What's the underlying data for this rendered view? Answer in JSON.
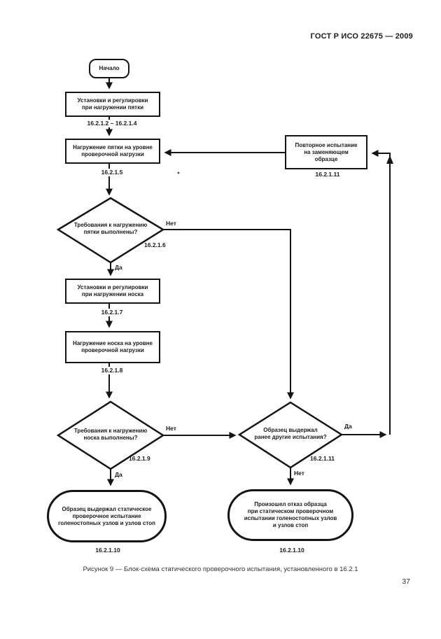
{
  "header": {
    "doc_number": "ГОСТ Р ИСО 22675 — 2009"
  },
  "flowchart": {
    "start": {
      "label": "Начало"
    },
    "nodes": {
      "setup_heel": {
        "line1": "Установки и регулировки",
        "line2": "при нагружении пятки",
        "ref": "16.2.1.2 – 16.2.1.4"
      },
      "load_heel": {
        "line1": "Нагружение пятки на уровне",
        "line2": "проверочной нагрузки",
        "ref": "16.2.1.5"
      },
      "decision_heel": {
        "line1": "Требования к нагружению",
        "line2": "пятки выполнены?",
        "ref": "16.2.1.6"
      },
      "setup_toe": {
        "line1": "Установки и регулировки",
        "line2": "при нагружении носка",
        "ref": "16.2.1.7"
      },
      "load_toe": {
        "line1": "Нагружение носка на уровне",
        "line2": "проверочной нагрузки",
        "ref": "16.2.1.8"
      },
      "decision_toe": {
        "line1": "Требования к нагружению",
        "line2": "носка выполнены?",
        "ref": "16.2.1.9"
      },
      "decision_prior": {
        "line1": "Образец выдержал",
        "line2": "ранее другие испытания?",
        "ref": "16.2.1.11"
      },
      "repeat_test": {
        "line1": "Повторное испытание",
        "line2": "на заменяющем",
        "line3": "образце",
        "ref": "16.2.1.11"
      },
      "pass_end": {
        "line1": "Образец выдержал статическое",
        "line2": "проверочное испытание",
        "line3": "голеностопных узлов и узлов стоп",
        "ref": "16.2.1.10"
      },
      "fail_end": {
        "line1": "Произошел отказ образца",
        "line2": "при статическом проверочном",
        "line3": "испытании голеностопных узлов",
        "line4": "и узлов стоп",
        "ref": "16.2.1.10"
      }
    },
    "branch_labels": {
      "yes": "Да",
      "no": "Нет"
    }
  },
  "caption": "Рисунок 9 —  Блок-схема статического проверочного испытания, установленного в  16.2.1",
  "page_number": "37"
}
